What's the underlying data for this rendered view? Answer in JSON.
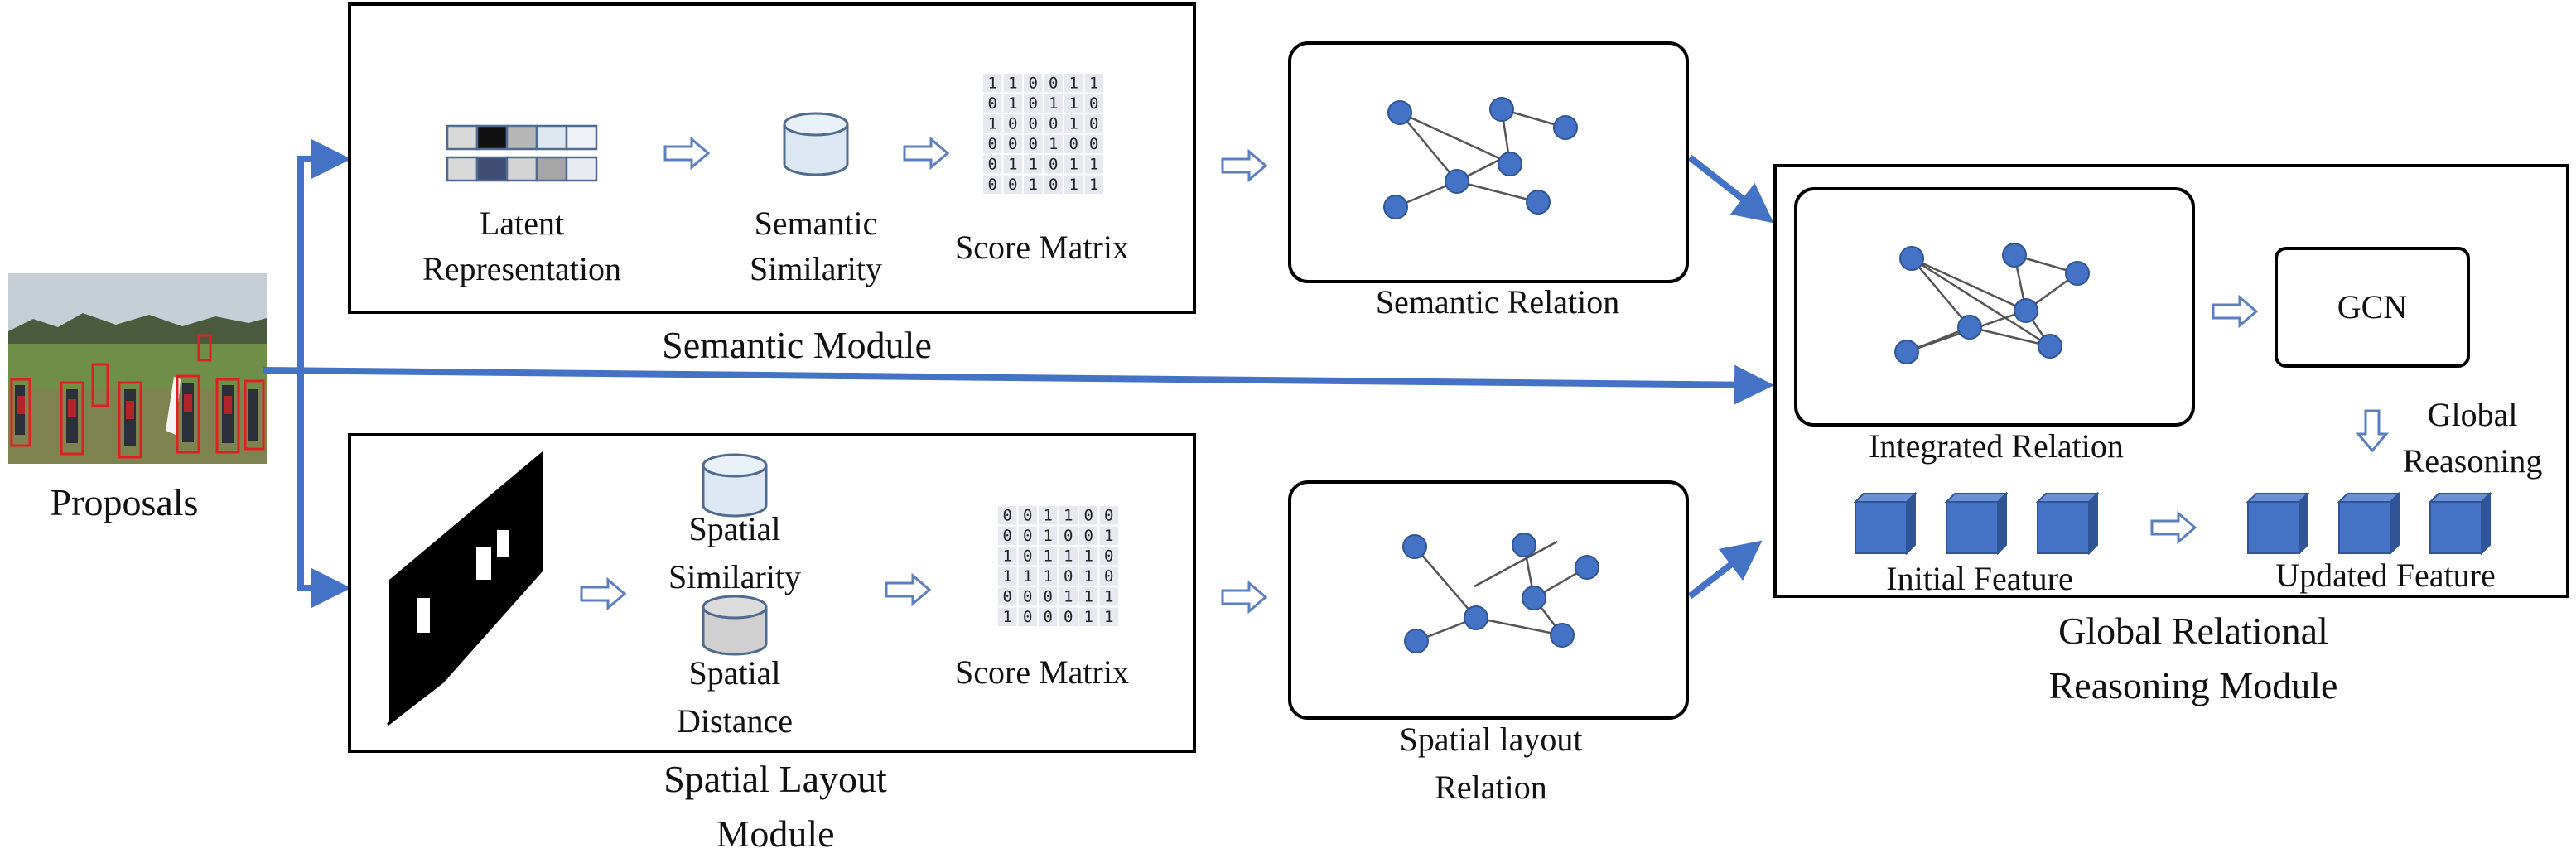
{
  "labels": {
    "proposals": "Proposals",
    "latent_line1": "Latent",
    "latent_line2": "Representation",
    "sem_sim_line1": "Semantic",
    "sem_sim_line2": "Similarity",
    "score_matrix_top": "Score Matrix",
    "semantic_module": "Semantic Module",
    "semantic_relation": "Semantic Relation",
    "spatial_sim_line1": "Spatial",
    "spatial_sim_line2": "Similarity",
    "spatial_dist_line1": "Spatial",
    "spatial_dist_line2": "Distance",
    "score_matrix_bottom": "Score Matrix",
    "spatial_module_line1": "Spatial Layout",
    "spatial_module_line2": "Module",
    "spatial_relation_line1": "Spatial layout",
    "spatial_relation_line2": "Relation",
    "integrated_relation": "Integrated Relation",
    "gcn": "GCN",
    "global_reasoning_line1": "Global",
    "global_reasoning_line2": "Reasoning",
    "initial_feature": "Initial Feature",
    "updated_feature": "Updated Feature",
    "grr_module_line1": "Global Relational",
    "grr_module_line2": "Reasoning Module"
  },
  "matrix_top": [
    [
      "1",
      "1",
      "0",
      "0",
      "1",
      "1"
    ],
    [
      "0",
      "1",
      "0",
      "1",
      "1",
      "0"
    ],
    [
      "1",
      "0",
      "0",
      "0",
      "1",
      "0"
    ],
    [
      "0",
      "0",
      "0",
      "1",
      "0",
      "0"
    ],
    [
      "0",
      "1",
      "1",
      "0",
      "1",
      "1"
    ],
    [
      "0",
      "0",
      "1",
      "0",
      "1",
      "1"
    ]
  ],
  "matrix_bottom": [
    [
      "0",
      "0",
      "1",
      "1",
      "0",
      "0"
    ],
    [
      "0",
      "0",
      "1",
      "0",
      "0",
      "1"
    ],
    [
      "1",
      "0",
      "1",
      "1",
      "1",
      "0"
    ],
    [
      "1",
      "1",
      "1",
      "0",
      "1",
      "0"
    ],
    [
      "0",
      "0",
      "0",
      "1",
      "1",
      "1"
    ],
    [
      "1",
      "0",
      "0",
      "0",
      "1",
      "1"
    ]
  ],
  "colors": {
    "accent_blue": "#4472c4",
    "node_fill": "#4472c4",
    "cube_front": "#4472c4",
    "cube_top": "#6b90d6",
    "cube_side": "#2f5597",
    "hollow_arrow": "#5b7fbf",
    "cylinder_semantic": "#dde8f4",
    "cylinder_spatial_dist": "#d0d0d0",
    "matrix_cell": "#e8e8f0"
  }
}
